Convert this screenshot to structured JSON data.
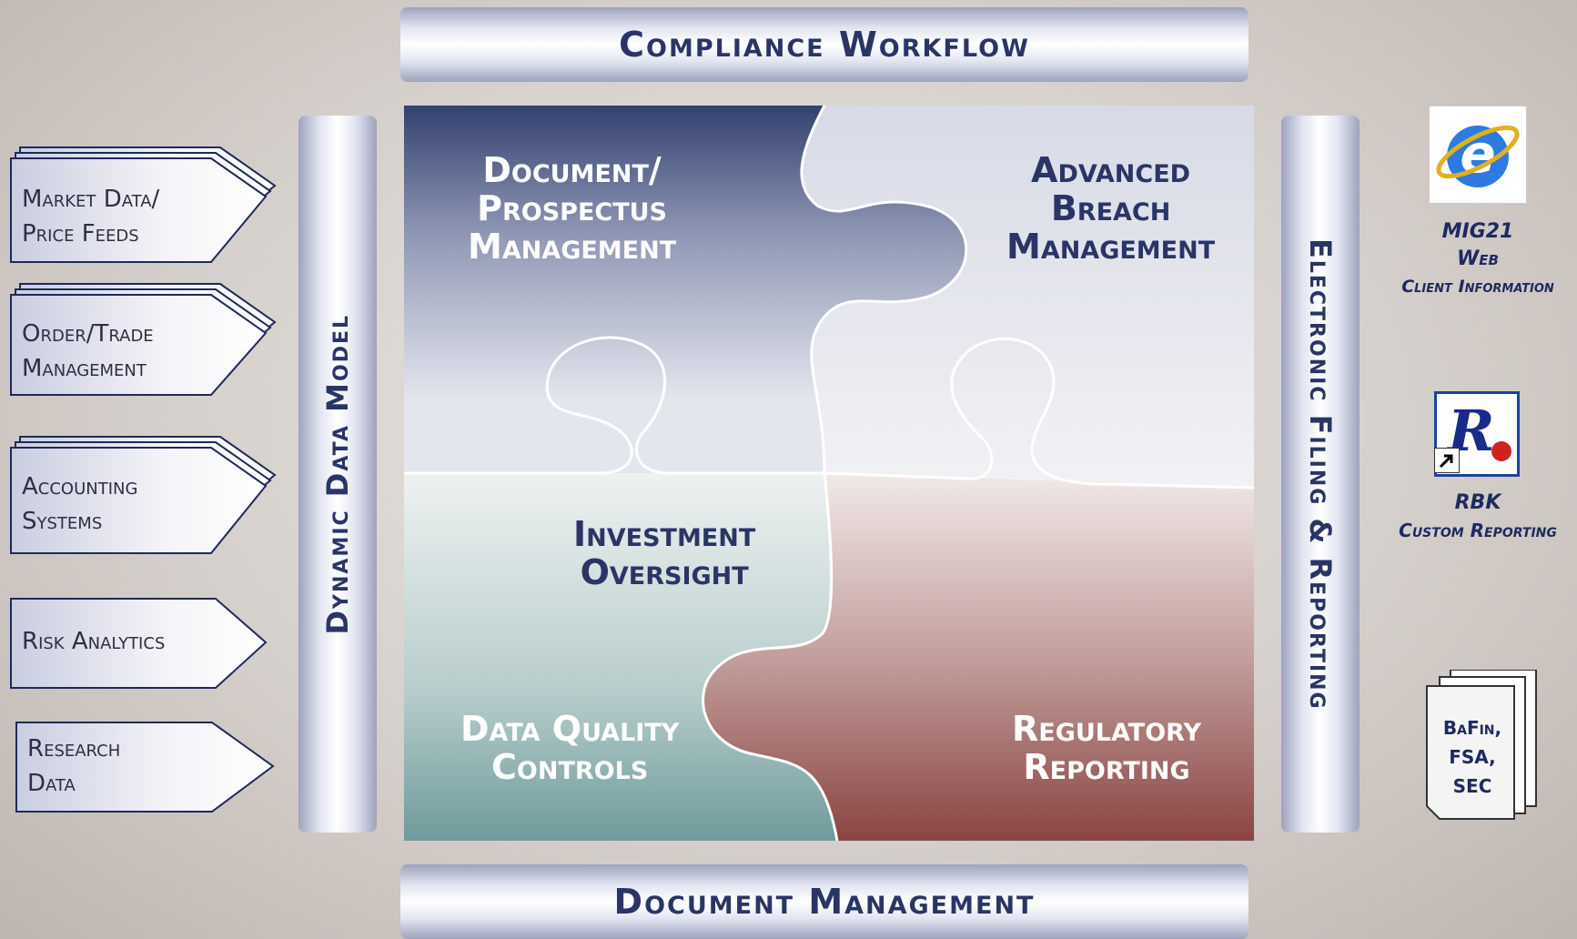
{
  "top_bar": {
    "label": "Compliance Workflow"
  },
  "bottom_bar": {
    "label": "Document Management"
  },
  "left_bar": {
    "label": "Dynamic Data Model"
  },
  "right_bar": {
    "label": "Electronic Filing & Reporting"
  },
  "inputs": [
    {
      "line1": "Market Data/",
      "line2": "Price Feeds"
    },
    {
      "line1": "Order/Trade",
      "line2": "Management"
    },
    {
      "line1": "Accounting",
      "line2": "Systems"
    },
    {
      "line1": "Risk Analytics",
      "line2": ""
    },
    {
      "line1": "Research",
      "line2": "Data"
    }
  ],
  "puzzle": {
    "top_left": {
      "line1": "Document/",
      "line2": "Prospectus",
      "line3": "Management"
    },
    "top_right": {
      "line1": "Advanced",
      "line2": "Breach",
      "line3": "Management"
    },
    "center": {
      "line1": "Investment",
      "line2": "Oversight"
    },
    "bottom_left": {
      "line1": "Data Quality",
      "line2": "Controls"
    },
    "bottom_right": {
      "line1": "Regulatory",
      "line2": "Reporting"
    }
  },
  "outputs": [
    {
      "icon": "internet-explorer-icon",
      "line1": "MIG21",
      "line2": "Web",
      "line3": "Client Information"
    },
    {
      "icon": "rbk-app-icon",
      "icon_text": "R",
      "line1": "RBK",
      "line2": "Custom Reporting"
    },
    {
      "icon": "documents-stack-icon",
      "doc_line1": "BaFin,",
      "doc_line2": "FSA,",
      "doc_line3": "SEC"
    }
  ],
  "colors": {
    "navy": "#2a3566",
    "puzzle_top": "#3a4878",
    "puzzle_bottom_left": "#7aa2a4",
    "puzzle_bottom_right": "#8e4a48"
  }
}
